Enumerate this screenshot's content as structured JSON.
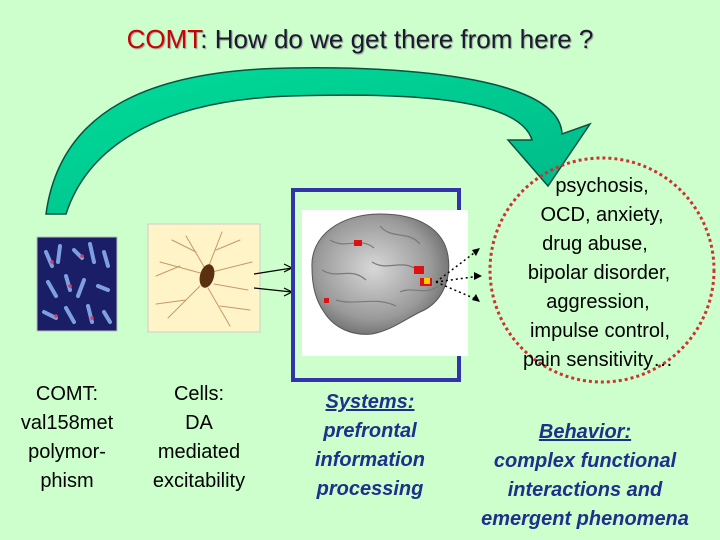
{
  "title": {
    "part1": "COMT",
    "part2": ": How do we get there from here ?"
  },
  "genetics": {
    "lines": [
      "COMT:",
      "val158met",
      "polymor-",
      "phism"
    ]
  },
  "cells": {
    "lines": [
      "Cells:",
      "DA",
      "mediated",
      "excitability"
    ]
  },
  "systems": {
    "heading": "Systems:",
    "lines": [
      "prefrontal",
      "information",
      "processing"
    ]
  },
  "outcomes": {
    "lines": [
      "psychosis,",
      "OCD, anxiety,",
      "drug abuse,",
      "bipolar disorder,",
      "aggression,",
      "impulse control,",
      "pain sensitivity…"
    ]
  },
  "behavior": {
    "heading": "Behavior:",
    "lines": [
      "complex functional",
      "interactions and",
      "emergent phenomena"
    ]
  },
  "colors": {
    "background": "#ccffcc",
    "arrow": "#00cc99",
    "title_accent": "#cc0000",
    "systems_box": "#3333aa",
    "outcome_circle": "#cc3333",
    "text_blue": "#1f2f8c"
  },
  "icons": [
    "chromosome-image",
    "neuron-image",
    "brain-image",
    "curved-arrow"
  ]
}
